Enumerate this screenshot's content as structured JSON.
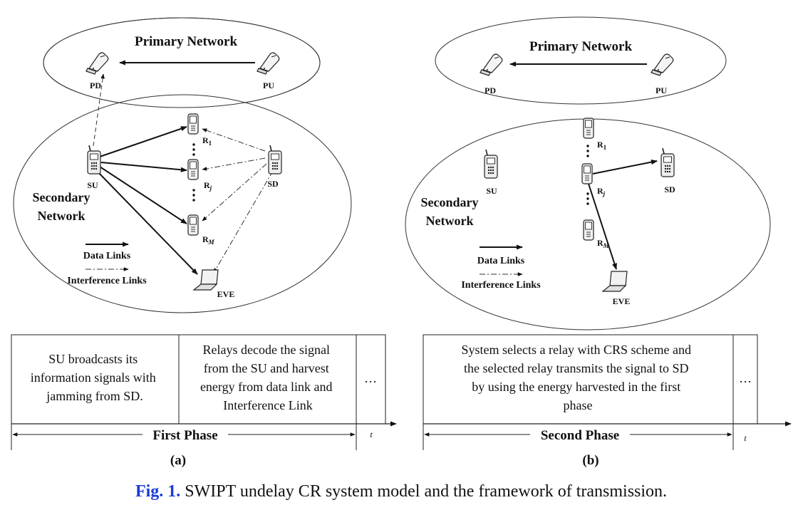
{
  "panel_a": {
    "primary_title": "Primary Network",
    "secondary_title_line1": "Secondary",
    "secondary_title_line2": "Network",
    "nodes": {
      "pd": "PD",
      "pu": "PU",
      "su": "SU",
      "sd": "SD",
      "eve": "EVE",
      "r1": "R",
      "r1_sub": "1",
      "rj": "R",
      "rj_sub": "j",
      "rm": "R",
      "rm_sub": "M"
    },
    "legend_data": "Data Links",
    "legend_interference": "Interference Links",
    "box_1_lines": [
      "SU broadcasts its",
      "information signals with",
      "jamming from SD."
    ],
    "box_2_lines": [
      "Relays decode the signal",
      "from the SU and harvest",
      "energy from data link and",
      "Interference Link"
    ],
    "ellipsis": "…",
    "phase_label": "First Phase",
    "t_label": "t",
    "sub_label": "(a)"
  },
  "panel_b": {
    "primary_title": "Primary Network",
    "secondary_title_line1": "Secondary",
    "secondary_title_line2": "Network",
    "nodes": {
      "pd": "PD",
      "pu": "PU",
      "su": "SU",
      "sd": "SD",
      "eve": "EVE",
      "r1": "R",
      "r1_sub": "1",
      "rj": "R",
      "rj_sub": "j",
      "rm": "R",
      "rm_sub": "M"
    },
    "legend_data": "Data Links",
    "legend_interference": "Interference Links",
    "box_lines": [
      "System selects a relay with CRS scheme and",
      "the selected relay transmits the signal  to SD",
      "by using the energy harvested in the first",
      "phase"
    ],
    "ellipsis": "…",
    "phase_label": "Second Phase",
    "t_label": "t",
    "sub_label": "(b)"
  },
  "caption": {
    "fig_label": "Fig. 1.",
    "text": " SWIPT undelay CR system model and the framework of transmission."
  }
}
